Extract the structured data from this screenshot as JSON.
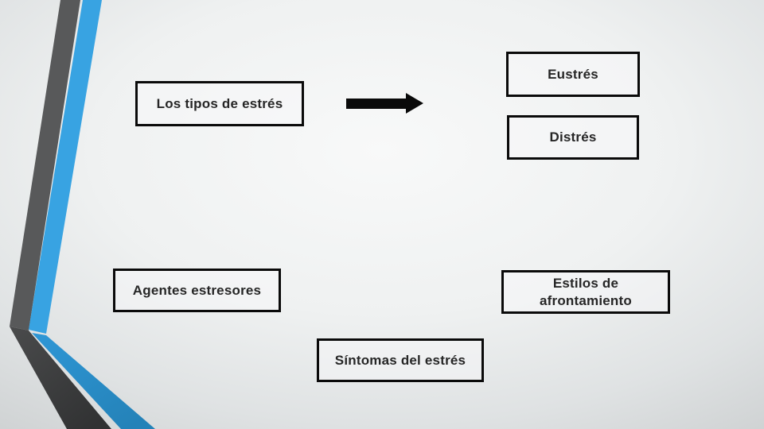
{
  "slide": {
    "title_box": {
      "label": "Los tipos de estrés"
    },
    "boxes": {
      "eustres": {
        "label": "Eustrés"
      },
      "distres": {
        "label": "Distrés"
      },
      "agentes": {
        "label": "Agentes estresores"
      },
      "estilos": {
        "label": "Estilos de afrontamiento"
      },
      "sintomas": {
        "label": "Síntomas del estrés"
      }
    },
    "arrow": {
      "direction": "right"
    },
    "colors": {
      "accent_blue": "#38a3e2",
      "accent_blue_dark": "#2379ab",
      "ribbon_gray": "#58595a",
      "ribbon_gray_dark": "#313233",
      "box_border": "#0a0a0a",
      "text": "#262626",
      "background_light": "#f8f9f9",
      "background_dark": "#c6c9ca"
    }
  }
}
